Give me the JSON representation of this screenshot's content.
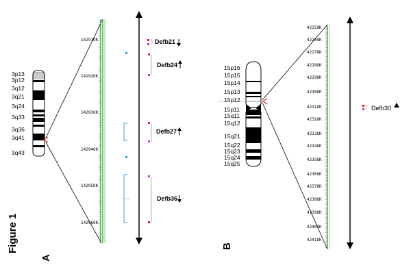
{
  "figure_label": "Figure 1",
  "panel_a": {
    "label": "A",
    "chromosome_bands": [
      "3p13",
      "3p12",
      "3q12",
      "3q21",
      "3q24",
      "3q33",
      "3q36",
      "3q41",
      "3q43"
    ],
    "scale_ticks": [
      "14291OK",
      "14292OK",
      "14293OK",
      "14294OK",
      "14295OK",
      "14296OK"
    ],
    "genes": [
      {
        "name": "Defb21",
        "arrow": "down"
      },
      {
        "name": "Defb24",
        "arrow": "up"
      },
      {
        "name": "Defb27",
        "arrow": "up"
      },
      {
        "name": "Defb36",
        "arrow": "down"
      }
    ]
  },
  "panel_b": {
    "label": "B",
    "chromosome_bands": [
      "15p16",
      "15p15",
      "15p14",
      "15p13",
      "15p12",
      "15p11",
      "15q11",
      "15q12",
      "15q21",
      "15q22",
      "15q23",
      "15q24",
      "15q25"
    ],
    "scale_ticks": [
      "4225OK",
      "4226OK",
      "4227OK",
      "4228OK",
      "4229OK",
      "4230OK",
      "4231OK",
      "4232OK",
      "4233OK",
      "4234OK",
      "4235OK",
      "4236OK",
      "4237OK",
      "4238OK",
      "4239OK",
      "4240OK",
      "4241OK"
    ],
    "genes": [
      {
        "name": "Defb30",
        "arrow": "up"
      }
    ]
  },
  "colors": {
    "axis_green": "#1fa01f",
    "marker_red": "#e02020",
    "marker_magenta": "#d02ad0",
    "marker_blue": "#2aa0e0"
  }
}
